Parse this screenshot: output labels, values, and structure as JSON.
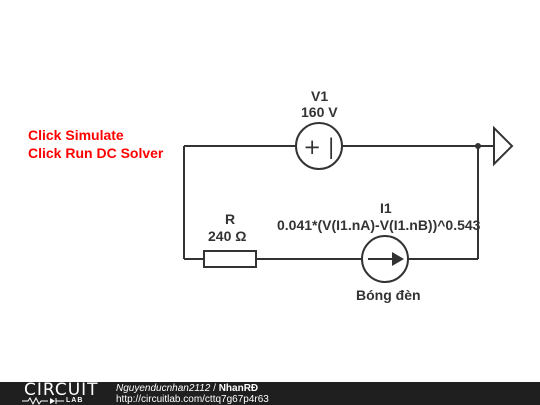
{
  "notes": {
    "line1": "Click Simulate",
    "line2": "Click Run DC Solver"
  },
  "components": {
    "voltage_source": {
      "name": "V1",
      "value": "160 V",
      "symbol": "+ |"
    },
    "resistor": {
      "name": "R",
      "value": "240 Ω"
    },
    "current_source": {
      "name": "I1",
      "expression": "0.041*(V(I1.nA)-V(I1.nB))^0.543",
      "caption": "Bóng đèn"
    }
  },
  "footer": {
    "logo_top": "CIRCUIT",
    "logo_bottom": "LAB",
    "author": "Nguyenducnhan2112",
    "separator": " / ",
    "project": "NhanRĐ",
    "url": "http://circuitlab.com/cttq7g67p4r63"
  }
}
